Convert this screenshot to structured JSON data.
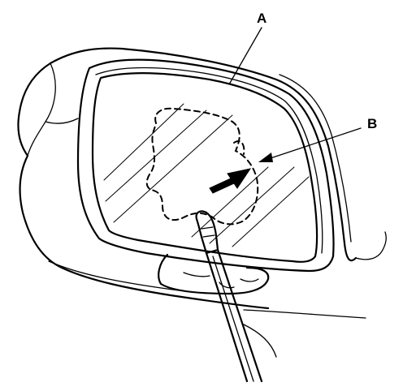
{
  "callouts": {
    "a": {
      "letter": "A",
      "target": "mirror-glass-edge"
    },
    "b": {
      "letter": "B",
      "target": "glass-retaining-clip"
    }
  },
  "colors": {
    "line": "#000000",
    "background": "#ffffff"
  },
  "icons": {
    "direction_arrow": "push-arrow-icon"
  }
}
